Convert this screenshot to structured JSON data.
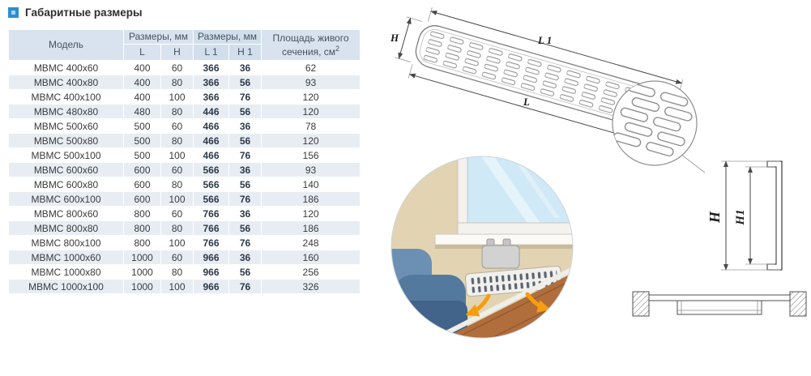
{
  "title": "Габаритные размеры",
  "table": {
    "headers": {
      "model": "Модель",
      "dims": "Размеры, мм",
      "dims1": "Размеры, мм",
      "area_line": "Площадь живого сечения, см",
      "area_sup": "2",
      "l": "L",
      "h": "H",
      "l1": "L 1",
      "h1": "H 1"
    },
    "rows": [
      {
        "model": "МВМС 400x60",
        "l": "400",
        "h": "60",
        "l1": "366",
        "h1": "36",
        "area": "62"
      },
      {
        "model": "МВМС 400x80",
        "l": "400",
        "h": "80",
        "l1": "366",
        "h1": "56",
        "area": "93"
      },
      {
        "model": "МВМС 400x100",
        "l": "400",
        "h": "100",
        "l1": "366",
        "h1": "76",
        "area": "120"
      },
      {
        "model": "МВМС 480x80",
        "l": "480",
        "h": "80",
        "l1": "446",
        "h1": "56",
        "area": "120"
      },
      {
        "model": "МВМС 500x60",
        "l": "500",
        "h": "60",
        "l1": "466",
        "h1": "36",
        "area": "78"
      },
      {
        "model": "МВМС 500x80",
        "l": "500",
        "h": "80",
        "l1": "466",
        "h1": "56",
        "area": "120"
      },
      {
        "model": "МВМС 500x100",
        "l": "500",
        "h": "100",
        "l1": "466",
        "h1": "76",
        "area": "156"
      },
      {
        "model": "МВМС 600x60",
        "l": "600",
        "h": "60",
        "l1": "566",
        "h1": "36",
        "area": "93"
      },
      {
        "model": "МВМС 600x80",
        "l": "600",
        "h": "80",
        "l1": "566",
        "h1": "56",
        "area": "140"
      },
      {
        "model": "МВМС 600x100",
        "l": "600",
        "h": "100",
        "l1": "566",
        "h1": "76",
        "area": "186"
      },
      {
        "model": "МВМС 800x60",
        "l": "800",
        "h": "60",
        "l1": "766",
        "h1": "36",
        "area": "120"
      },
      {
        "model": "МВМС 800x80",
        "l": "800",
        "h": "80",
        "l1": "766",
        "h1": "56",
        "area": "186"
      },
      {
        "model": "МВМС 800x100",
        "l": "800",
        "h": "100",
        "l1": "766",
        "h1": "76",
        "area": "248"
      },
      {
        "model": "МВМС 1000x60",
        "l": "1000",
        "h": "60",
        "l1": "966",
        "h1": "36",
        "area": "160"
      },
      {
        "model": "МВМС 1000x80",
        "l": "1000",
        "h": "80",
        "l1": "966",
        "h1": "56",
        "area": "256"
      },
      {
        "model": "МВМС 1000x100",
        "l": "1000",
        "h": "100",
        "l1": "966",
        "h1": "76",
        "area": "326"
      }
    ]
  },
  "drawings": {
    "iso": {
      "l1": "L 1",
      "l": "L",
      "h": "H"
    },
    "profile": {
      "h": "H",
      "h1": "H1"
    }
  },
  "colors": {
    "accent_blue": "#2a8fd0",
    "table_header_bg": "#d9e3ef",
    "table_row_alt_bg": "#e8edf4",
    "arrow_orange": "#f59e0e",
    "sofa_blue": "#53799f",
    "glass_blue": "#cfe9f6",
    "wood_brown": "#b06e3c"
  }
}
